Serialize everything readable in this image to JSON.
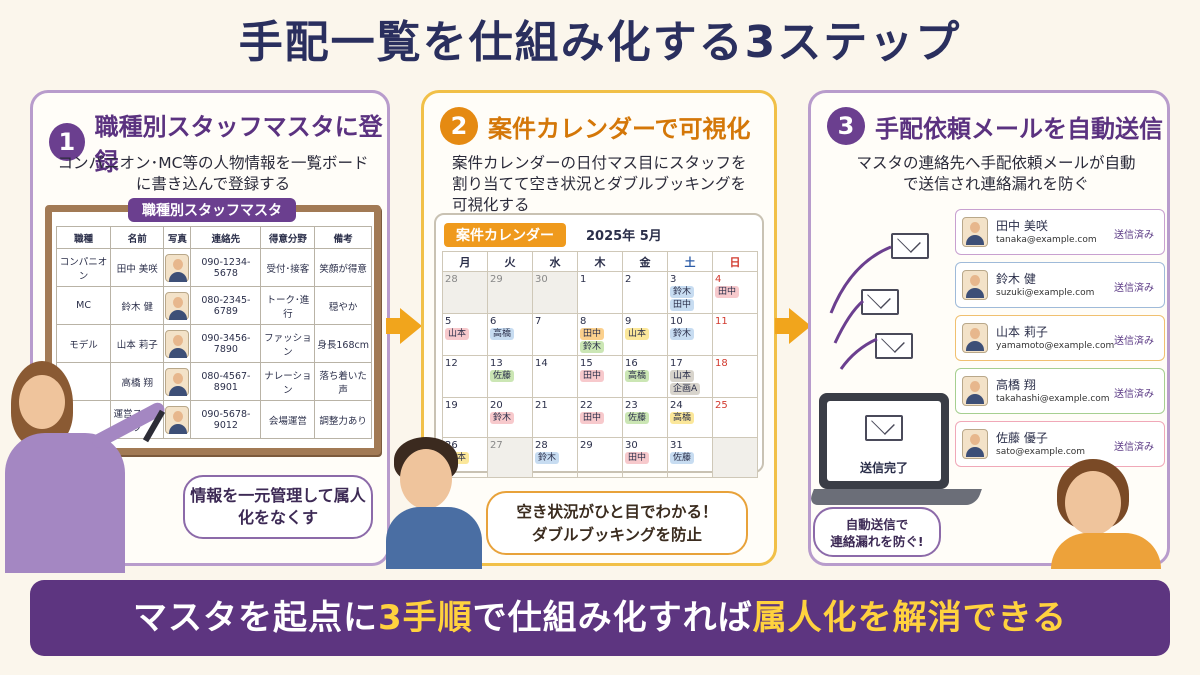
{
  "title": "手配一覧を仕組み化する3ステップ",
  "step1": {
    "number": "1",
    "title": "職種別スタッフマスタに登録",
    "desc": "コンパニオン･MC等の人物情報を一覧ボードに書き込んで登録する",
    "board_label": "職種別スタッフマスタ",
    "columns": [
      "職種",
      "名前",
      "写真",
      "連絡先",
      "得意分野",
      "備考"
    ],
    "rows": [
      {
        "role": "コンパニオン",
        "name": "田中 美咲",
        "phone": "090-1234-5678",
        "skill": "受付･接客",
        "note": "笑顔が得意"
      },
      {
        "role": "MC",
        "name": "鈴木 健",
        "phone": "080-2345-6789",
        "skill": "トーク･進行",
        "note": "穏やか"
      },
      {
        "role": "モデル",
        "name": "山本 莉子",
        "phone": "090-3456-7890",
        "skill": "ファッション",
        "note": "身長168cm"
      },
      {
        "role": "",
        "name": "高橋 翔",
        "phone": "080-4567-8901",
        "skill": "ナレーション",
        "note": "落ち着いた声"
      },
      {
        "role": "",
        "name": "運営スタッフ",
        "phone": "090-5678-9012",
        "skill": "会場運営",
        "note": "調整力あり"
      }
    ],
    "bubble": "情報を一元管理して属人化をなくす"
  },
  "step2": {
    "number": "2",
    "title": "案件カレンダーで可視化",
    "desc": "案件カレンダーの日付マス目にスタッフを割り当てて空き状況とダブルブッキングを可視化する",
    "calendar_label": "案件カレンダー",
    "month": "2025年 5月",
    "weekdays": [
      "月",
      "火",
      "水",
      "木",
      "金",
      "土",
      "日"
    ],
    "weeks": [
      [
        {
          "d": "28",
          "gray": true
        },
        {
          "d": "29",
          "gray": true
        },
        {
          "d": "30",
          "gray": true
        },
        {
          "d": "1"
        },
        {
          "d": "2"
        },
        {
          "d": "3",
          "chips": [
            {
              "t": "鈴木",
              "c": "c-blue"
            },
            {
              "t": "田中",
              "c": "c-blue"
            }
          ]
        },
        {
          "d": "4",
          "chips": [
            {
              "t": "田中",
              "c": "c-pink"
            }
          ]
        }
      ],
      [
        {
          "d": "5",
          "chips": [
            {
              "t": "山本",
              "c": "c-pink"
            }
          ]
        },
        {
          "d": "6",
          "chips": [
            {
              "t": "高橋",
              "c": "c-blue"
            }
          ]
        },
        {
          "d": "7"
        },
        {
          "d": "8",
          "chips": [
            {
              "t": "田中",
              "c": "c-orange"
            },
            {
              "t": "鈴木",
              "c": "c-green"
            }
          ]
        },
        {
          "d": "9",
          "chips": [
            {
              "t": "山本",
              "c": "c-yellow"
            }
          ]
        },
        {
          "d": "10",
          "chips": [
            {
              "t": "鈴木",
              "c": "c-blue"
            }
          ]
        },
        {
          "d": "11"
        }
      ],
      [
        {
          "d": "12"
        },
        {
          "d": "13",
          "chips": [
            {
              "t": "佐藤",
              "c": "c-green"
            }
          ]
        },
        {
          "d": "14"
        },
        {
          "d": "15",
          "chips": [
            {
              "t": "田中",
              "c": "c-pink"
            }
          ]
        },
        {
          "d": "16",
          "chips": [
            {
              "t": "高橋",
              "c": "c-green"
            }
          ]
        },
        {
          "d": "17",
          "chips": [
            {
              "t": "山本",
              "c": "c-gray"
            },
            {
              "t": "企画A",
              "c": "c-gray"
            }
          ]
        },
        {
          "d": "18"
        }
      ],
      [
        {
          "d": "19"
        },
        {
          "d": "20",
          "chips": [
            {
              "t": "鈴木",
              "c": "c-pink"
            }
          ]
        },
        {
          "d": "21"
        },
        {
          "d": "22",
          "chips": [
            {
              "t": "田中",
              "c": "c-pink"
            }
          ]
        },
        {
          "d": "23",
          "chips": [
            {
              "t": "佐藤",
              "c": "c-green"
            }
          ]
        },
        {
          "d": "24",
          "chips": [
            {
              "t": "高橋",
              "c": "c-yellow"
            }
          ]
        },
        {
          "d": "25"
        }
      ],
      [
        {
          "d": "26",
          "chips": [
            {
              "t": "山本",
              "c": "c-yellow"
            }
          ]
        },
        {
          "d": "27",
          "gray": true
        },
        {
          "d": "28",
          "chips": [
            {
              "t": "鈴木",
              "c": "c-blue"
            }
          ]
        },
        {
          "d": "29"
        },
        {
          "d": "30",
          "chips": [
            {
              "t": "田中",
              "c": "c-pink"
            }
          ]
        },
        {
          "d": "31",
          "chips": [
            {
              "t": "佐藤",
              "c": "c-blue"
            }
          ]
        },
        {
          "d": "",
          "gray": true
        }
      ]
    ],
    "bubble_line1": "空き状況がひと目でわかる！",
    "bubble_line2": "ダブルブッキングを防止"
  },
  "step3": {
    "number": "3",
    "title": "手配依頼メールを自動送信",
    "desc": "マスタの連絡先へ手配依頼メールが自動で送信され連絡漏れを防ぐ",
    "contacts": [
      {
        "name": "田中 美咲",
        "email": "tanaka@example.com",
        "status": "送信済み",
        "border": "#c8a0d0"
      },
      {
        "name": "鈴木 健",
        "email": "suzuki@example.com",
        "status": "送信済み",
        "border": "#9fbad9"
      },
      {
        "name": "山本 莉子",
        "email": "yamamoto@example.com",
        "status": "送信済み",
        "border": "#f0c070"
      },
      {
        "name": "高橋 翔",
        "email": "takahashi@example.com",
        "status": "送信済み",
        "border": "#a6cf90"
      },
      {
        "name": "佐藤 優子",
        "email": "sato@example.com",
        "status": "送信済み",
        "border": "#f0a8b8"
      }
    ],
    "laptop_text": "送信完了",
    "bubble_line1": "自動送信で",
    "bubble_line2": "連絡漏れを防ぐ!"
  },
  "banner": {
    "part1": "マスタを起点に",
    "highlight1": "3手順",
    "part2": "で仕組み化すれば",
    "highlight2": "属人化を解消できる"
  },
  "colors": {
    "purple": "#5d3580",
    "orange": "#f1a51c",
    "highlight": "#ffd23e"
  }
}
